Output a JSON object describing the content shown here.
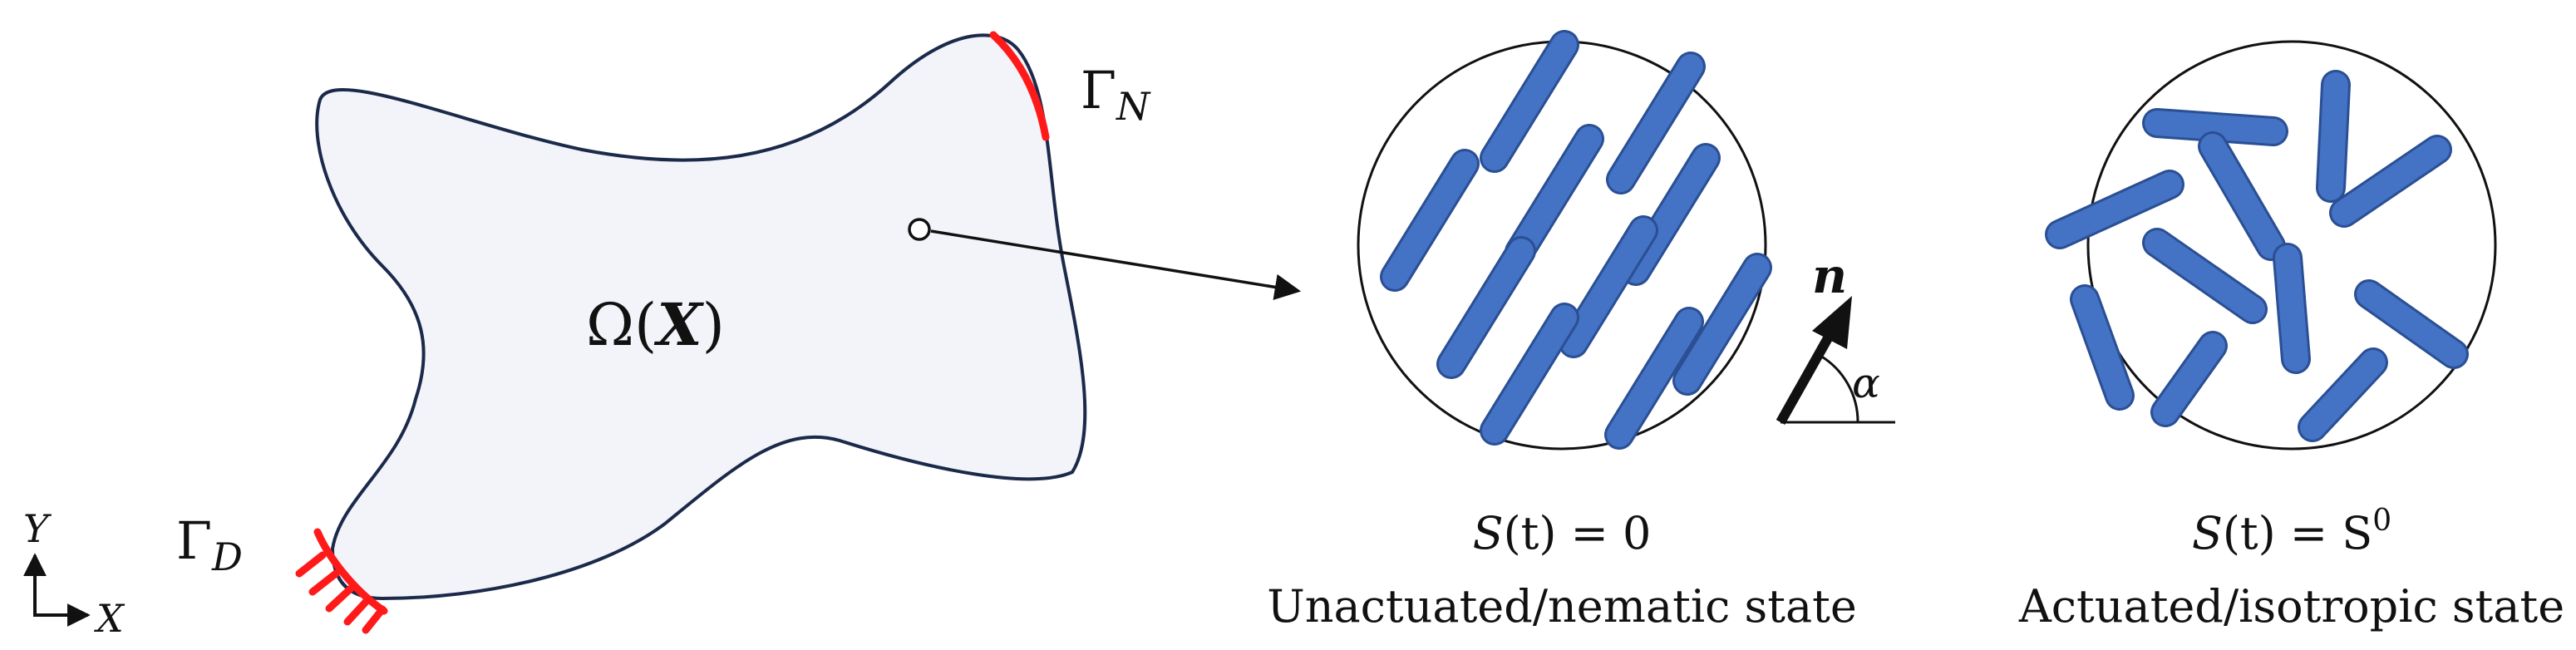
{
  "colors": {
    "domain_fill": "#f3f4fa",
    "domain_stroke": "#1b2a4a",
    "boundary_red": "#ff1a1a",
    "rod_fill": "#4472c4",
    "rod_stroke": "#2a4f93"
  },
  "domain": {
    "label_omega": "Ω(",
    "label_x": "X",
    "label_close": ")"
  },
  "boundaries": {
    "neumann": {
      "base": "Γ",
      "sub": "N"
    },
    "dirichlet": {
      "base": "Γ",
      "sub": "D"
    }
  },
  "axes": {
    "y": "Y",
    "x": "X"
  },
  "director": {
    "label": "n",
    "angle": "α"
  },
  "panels": [
    {
      "state": "Unactuated/nematic state",
      "eq_left": "S",
      "eq_arg": "(t) = 0",
      "eq_sup": ""
    },
    {
      "state": "Actuated/isotropic state",
      "eq_left": "S",
      "eq_arg": "(t) = S",
      "eq_sup": "0"
    }
  ]
}
